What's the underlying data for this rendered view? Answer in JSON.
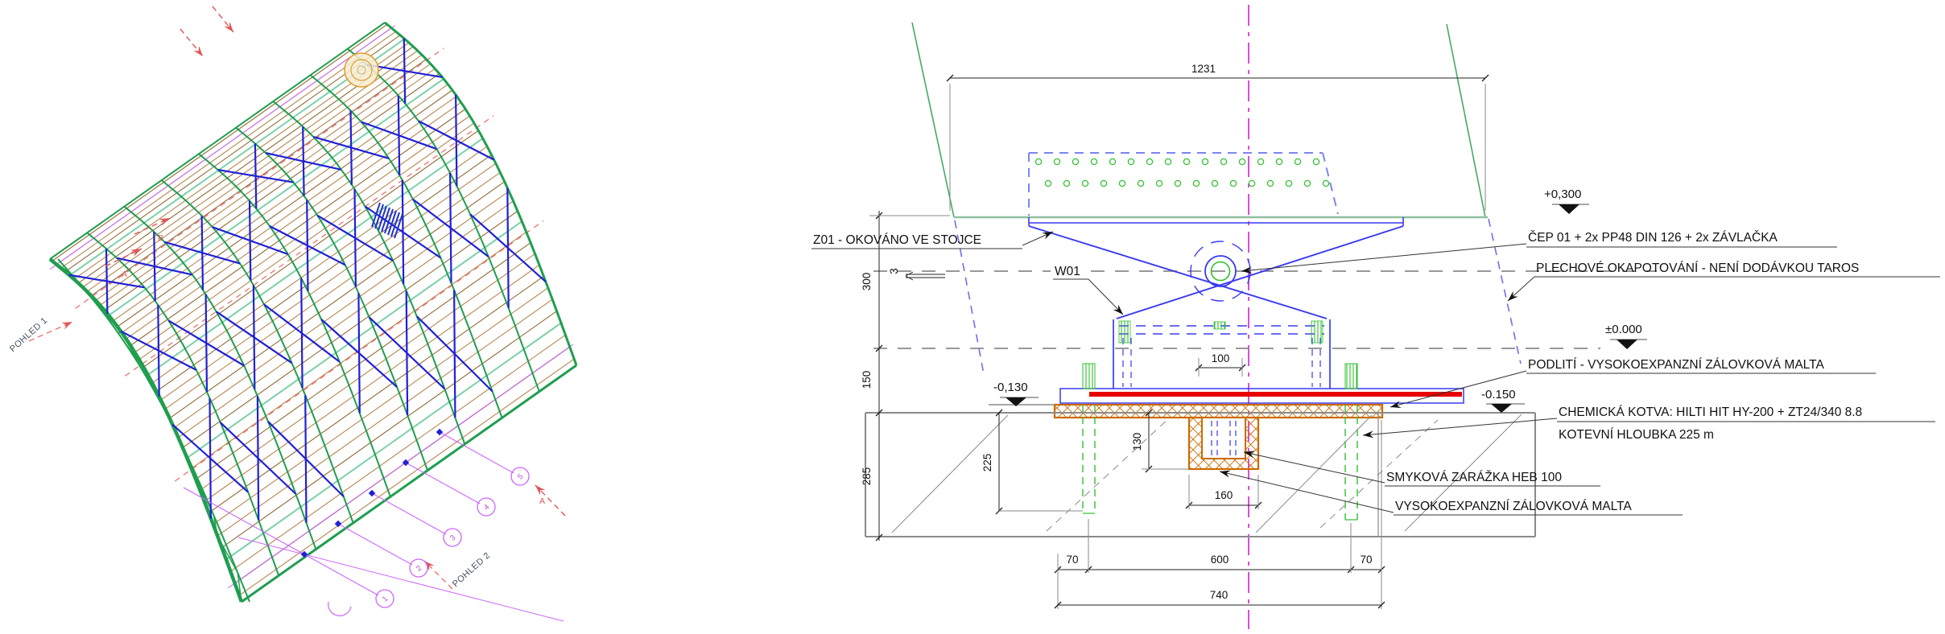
{
  "left_view": {
    "view_labels": {
      "pohled1": "POHLED 1",
      "pohled2": "POHLED 2"
    },
    "axis_bubbles": [
      "1",
      "2",
      "3",
      "4",
      "5"
    ],
    "section_markers": {
      "upper": [
        "B",
        "A"
      ],
      "lower": [
        "A"
      ]
    },
    "colors": {
      "timber": "#b5874f",
      "timber_dark": "#8f6a33",
      "teal": "#7dd0a8",
      "rib": "#1f9e4f",
      "brace": "#2020d8",
      "section": "#f07070",
      "axis": "#cc66ff",
      "dome": "#e0a030"
    }
  },
  "detail_view": {
    "callouts": {
      "z01": "Z01 - OKOVÁNO VE STOJCE",
      "w01": "W01",
      "cep": "ČEP 01 + 2x PP48 DIN 126 + 2x ZÁVLAČKA",
      "plech": "PLECHOVÉ OKAPOTOVÁNÍ - NENÍ DODÁVKOU TAROS",
      "podliti": "PODLITÍ - VYSOKOEXPANZNÍ ZÁLOVKOVÁ MALTA",
      "kotva_line1": "CHEMICKÁ KOTVA: HILTI HIT HY-200 + ZT24/340 8.8",
      "kotva_line2": "KOTEVNÍ HLOUBKA 225 m",
      "smyk": "SMYKOVÁ ZARÁŽKA HEB 100",
      "malta": "VYSOKOEXPANZNÍ ZÁLOVKOVÁ MALTA"
    },
    "levels": {
      "plus300": "+0,300",
      "zero": "±0.000",
      "minus130": "-0,130",
      "minus150": "-0.150"
    },
    "dimensions": {
      "top_width": "1231",
      "height300": "300",
      "height150": "150",
      "height285": "285",
      "gap3": "3",
      "width100": "100",
      "depth130": "130",
      "anchor_depth225": "225",
      "width160": "160",
      "left70": "70",
      "spacing600": "600",
      "right70": "70",
      "total740": "740"
    }
  }
}
